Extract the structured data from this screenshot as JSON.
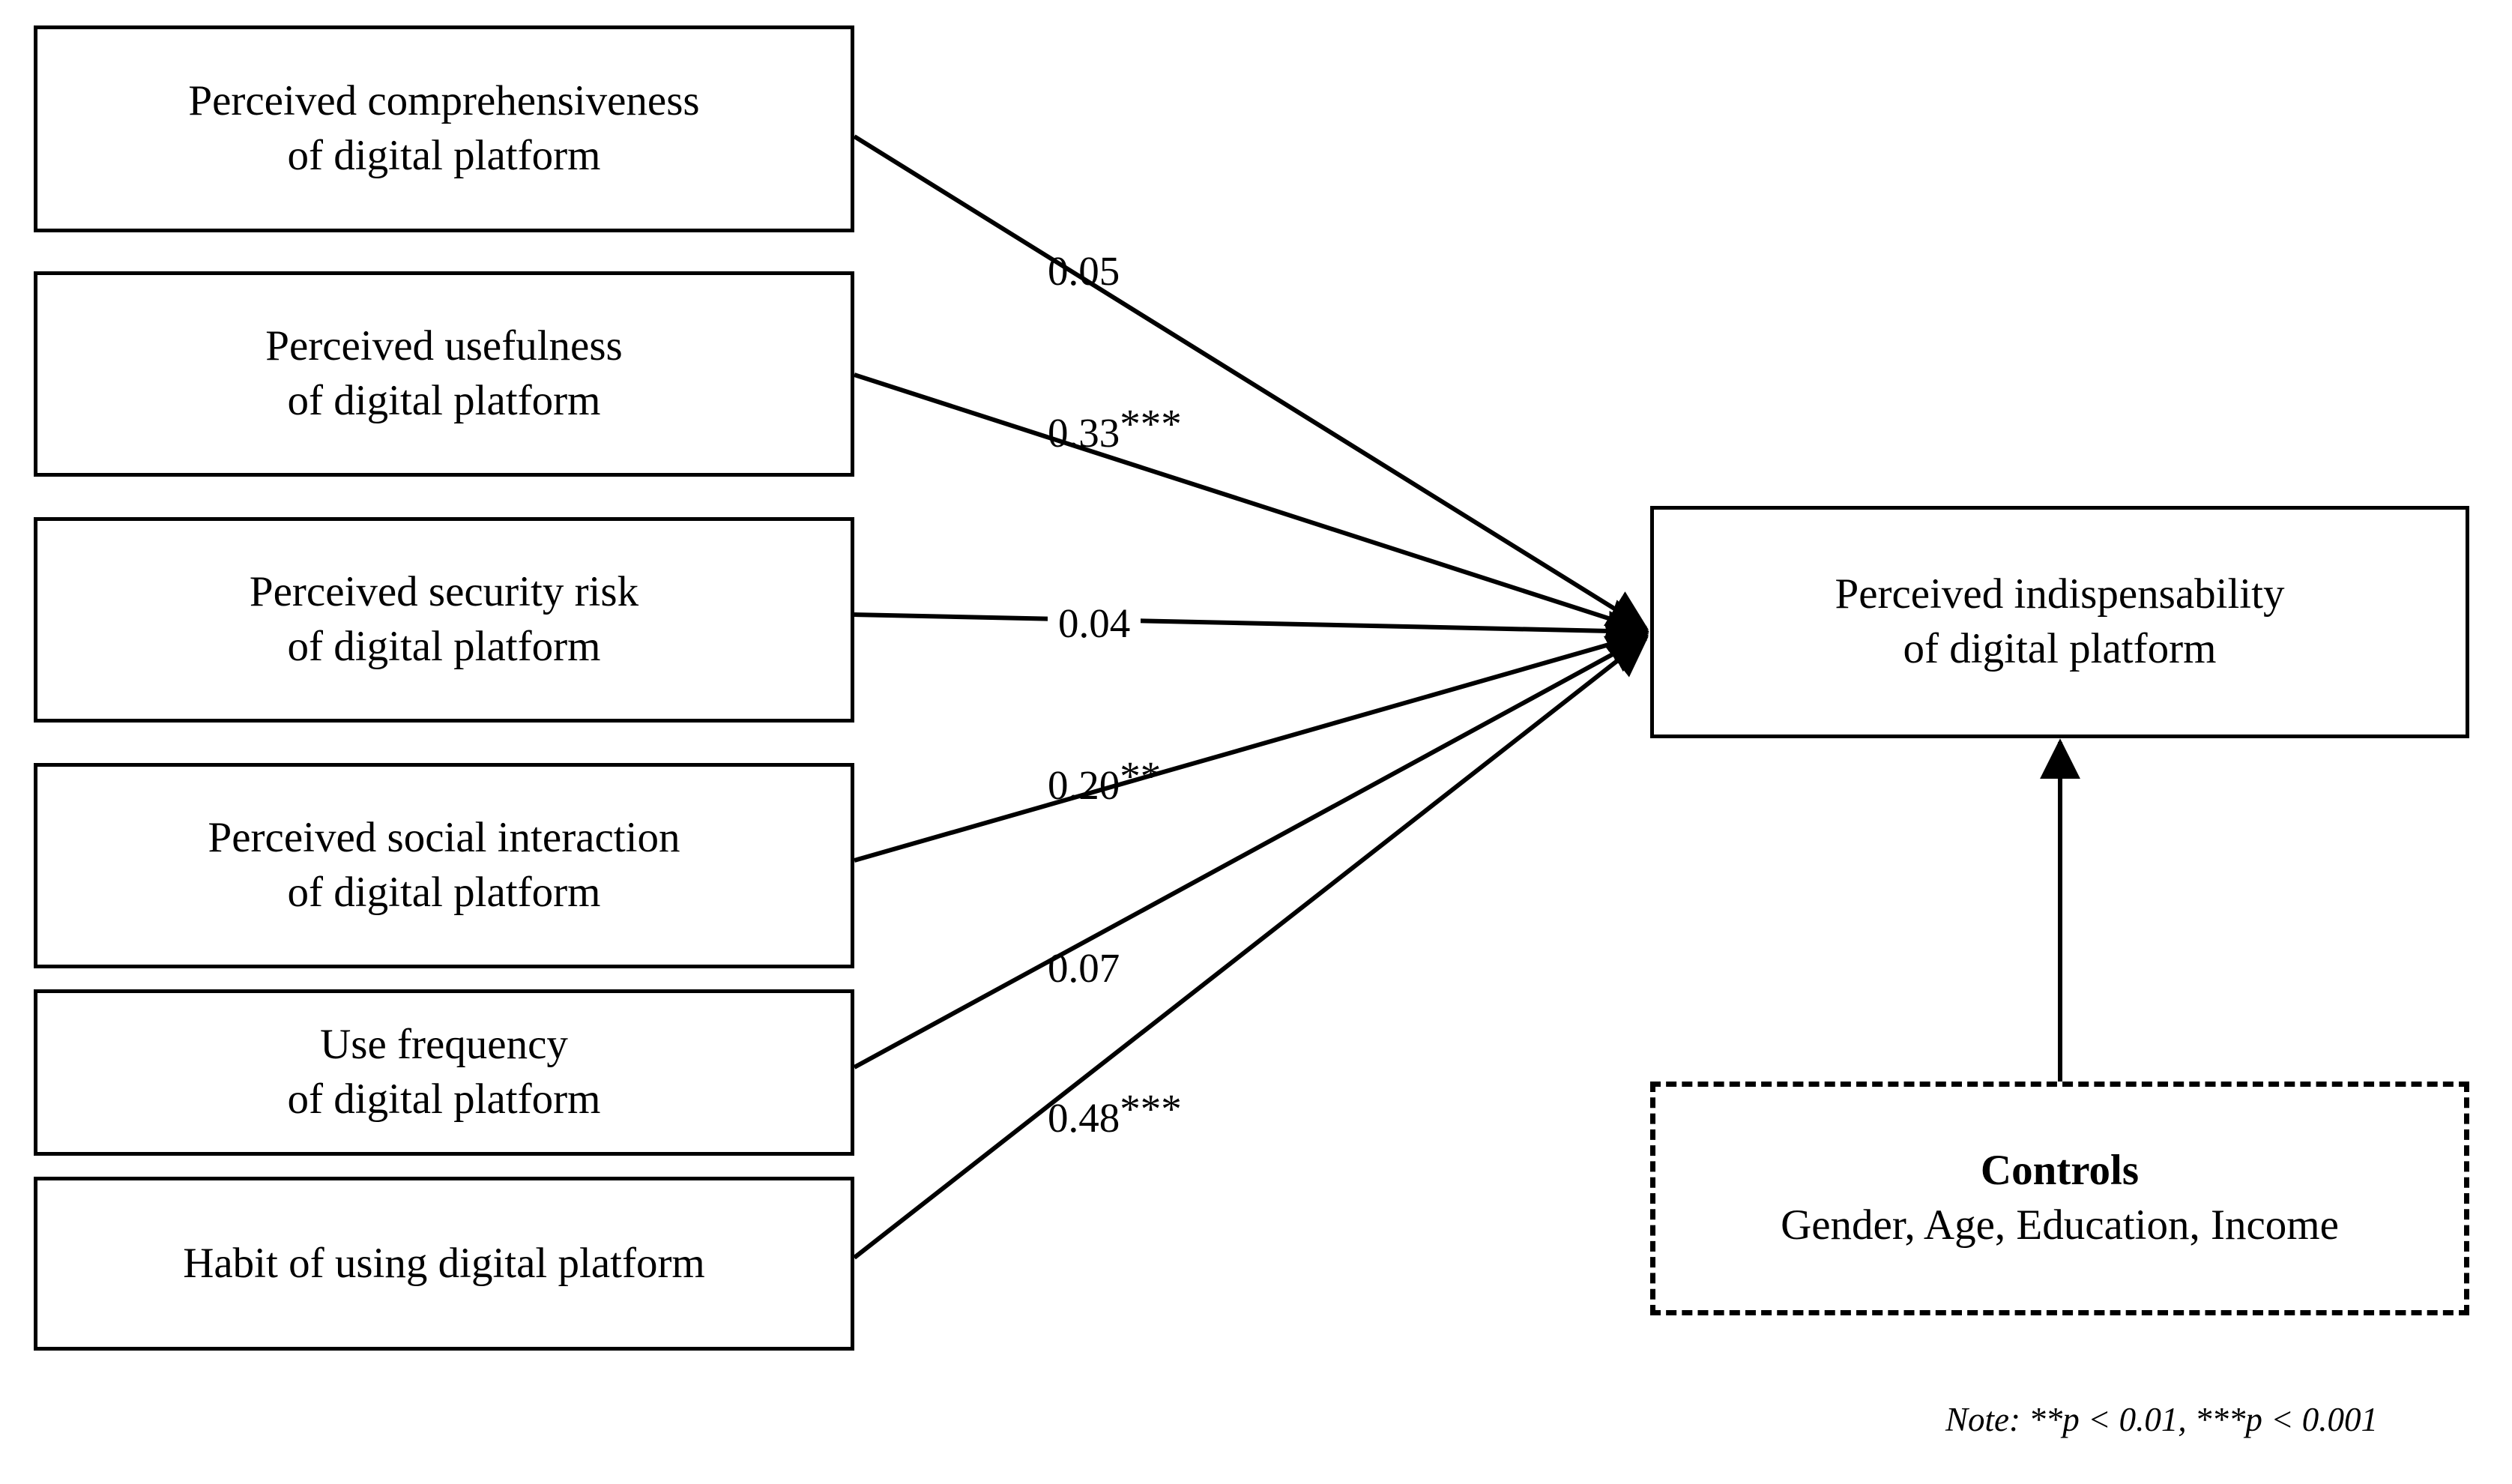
{
  "figure": {
    "type": "path-diagram",
    "background_color": "#ffffff",
    "line_color": "#000000"
  },
  "predictors": [
    {
      "id": "perceived-comprehensiveness",
      "line1": "Perceived comprehensiveness",
      "line2": "of digital platform"
    },
    {
      "id": "perceived-usefulness",
      "line1": "Perceived usefulness",
      "line2": "of digital platform"
    },
    {
      "id": "perceived-security-risk",
      "line1": "Perceived security risk",
      "line2": "of digital platform"
    },
    {
      "id": "perceived-social-interaction",
      "line1": "Perceived social interaction",
      "line2": "of digital platform"
    },
    {
      "id": "use-frequency",
      "line1": "Use frequency",
      "line2": "of digital platform"
    },
    {
      "id": "habit-of-using",
      "line1": "Habit of using digital platform",
      "line2": ""
    }
  ],
  "outcome": {
    "id": "perceived-indispensability",
    "line1": "Perceived indispensability",
    "line2": "of digital platform"
  },
  "controls": {
    "id": "controls",
    "title": "Controls",
    "items": "Gender, Age, Education, Income"
  },
  "note": {
    "text": "Note: **p < 0.01, ***p < 0.001"
  },
  "chart_data": {
    "type": "path-diagram",
    "title": "",
    "outcome_variable": "Perceived indispensability of digital platform",
    "legend": "Note: **p < 0.01, ***p < 0.001",
    "control_variables": [
      "Gender",
      "Age",
      "Education",
      "Income"
    ],
    "paths": [
      {
        "from": "Perceived comprehensiveness of digital platform",
        "to": "Perceived indispensability of digital platform",
        "coefficient": 0.05,
        "coefficient_label": "0.05",
        "stars": "",
        "significant": false
      },
      {
        "from": "Perceived usefulness of digital platform",
        "to": "Perceived indispensability of digital platform",
        "coefficient": 0.33,
        "coefficient_label": "0.33",
        "stars": "***",
        "significant": true
      },
      {
        "from": "Perceived security risk of digital platform",
        "to": "Perceived indispensability of digital platform",
        "coefficient": 0.04,
        "coefficient_label": "0.04",
        "stars": "",
        "significant": false
      },
      {
        "from": "Perceived social interaction of digital platform",
        "to": "Perceived indispensability of digital platform",
        "coefficient": 0.2,
        "coefficient_label": "0.20",
        "stars": "**",
        "significant": true
      },
      {
        "from": "Use frequency of digital platform",
        "to": "Perceived indispensability of digital platform",
        "coefficient": 0.07,
        "coefficient_label": "0.07",
        "stars": "",
        "significant": false
      },
      {
        "from": "Habit of using digital platform",
        "to": "Perceived indispensability of digital platform",
        "coefficient": 0.48,
        "coefficient_label": "0.48",
        "stars": "***",
        "significant": true
      },
      {
        "from": "Controls",
        "to": "Perceived indispensability of digital platform",
        "coefficient": null,
        "coefficient_label": "",
        "stars": "",
        "significant": null
      }
    ]
  }
}
